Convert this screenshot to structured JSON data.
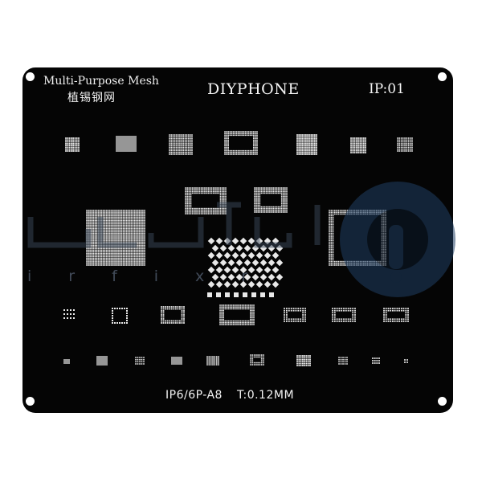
{
  "stencil": {
    "title": "Multi-Purpose Mesh",
    "subtitle_cn": "植锡钢网",
    "brand": "DIYPHONE",
    "ip_label": "IP:01",
    "model": "IP6/6P-A8",
    "thickness": "T:0.12MM"
  },
  "watermark": {
    "latin": "irfixr"
  },
  "colors": {
    "plate": "#050505",
    "dots": "#e8e8e8",
    "watermark": "#1f3e63"
  }
}
